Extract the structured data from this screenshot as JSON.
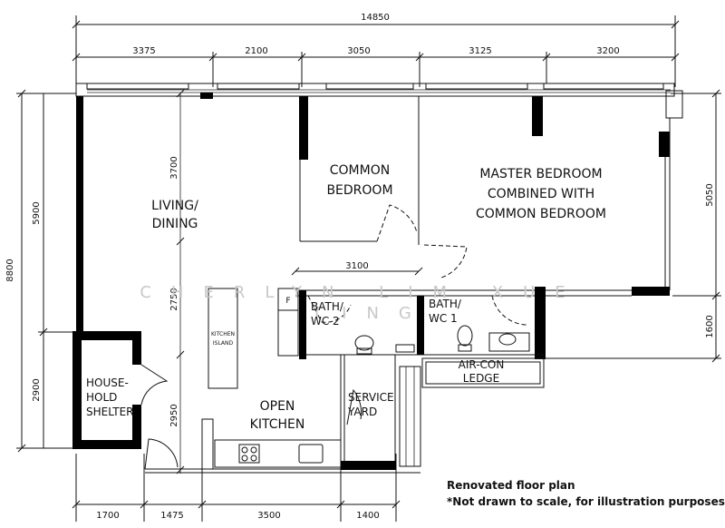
{
  "dimensions": {
    "total_width": "14850",
    "top": [
      "3375",
      "2100",
      "3050",
      "3125",
      "3200"
    ],
    "bottom": [
      "1700",
      "1475",
      "3500",
      "1400"
    ],
    "left_total": "8800",
    "left": [
      "5900",
      "2900"
    ],
    "right": [
      "5050",
      "1600"
    ],
    "living_vertical": [
      "3700",
      "2750",
      "2950"
    ],
    "bath_width": "3100"
  },
  "rooms": {
    "living_line1": "LIVING/",
    "living_line2": "DINING",
    "common_line1": "COMMON",
    "common_line2": "BEDROOM",
    "master_line1": "MASTER BEDROOM",
    "master_line2": "COMBINED WITH",
    "master_line3": "COMMON BEDROOM",
    "bath2_line1": "BATH/",
    "bath2_line2": "WC 2",
    "bath1_line1": "BATH/",
    "bath1_line2": "WC 1",
    "aircon_line1": "AIR-CON",
    "aircon_line2": "LEDGE",
    "shelter_line1": "HOUSE-",
    "shelter_line2": "HOLD",
    "shelter_line3": "SHELTER",
    "kitchen_line1": "OPEN",
    "kitchen_line2": "KITCHEN",
    "island_line1": "KITCHEN",
    "island_line2": "ISLAND",
    "service_line1": "SERVICE",
    "service_line2": "YARD",
    "fridge": "F"
  },
  "watermark": {
    "line1": "CHERLYN LIM XUE",
    "line2": "TING"
  },
  "caption": {
    "title": "Renovated floor plan",
    "note": "*Not drawn to scale, for illustration purposes*"
  }
}
